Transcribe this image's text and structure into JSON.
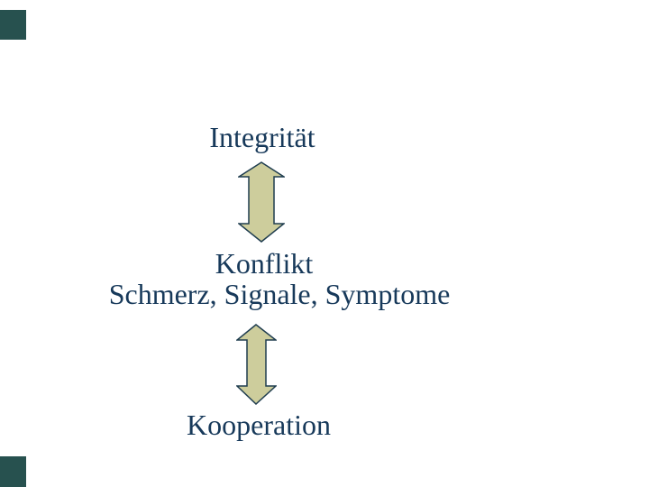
{
  "diagram": {
    "label_top": "Integrität",
    "label_conflict": "Konflikt",
    "label_symptoms": "Schmerz, Signale, Symptome",
    "label_bottom": "Kooperation",
    "icons": {
      "connector_top": "double-vertical-arrow-icon",
      "connector_bottom": "double-vertical-arrow-icon"
    },
    "colors": {
      "background": "#FFFFFF",
      "text": "#17395A",
      "arrow_fill": "#CDCD9C",
      "arrow_stroke": "#1F3D4F",
      "decor_tile": "#27514F"
    }
  }
}
